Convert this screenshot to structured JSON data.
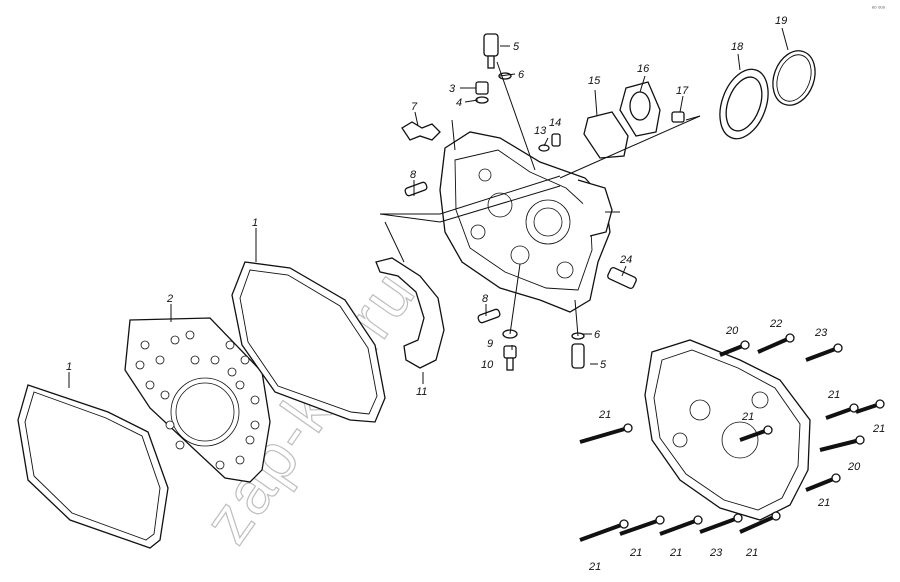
{
  "watermark": "zap-kat.ru",
  "corner_mark": "ᵉᵒ ᵒᵒᵒ",
  "callouts": [
    "1",
    "2",
    "1",
    "3",
    "4",
    "5",
    "6",
    "7",
    "8",
    "8",
    "9",
    "10",
    "5",
    "6",
    "11",
    "13",
    "14",
    "15",
    "16",
    "17",
    "18",
    "19",
    "24",
    "20",
    "22",
    "23",
    "21",
    "21",
    "21",
    "21",
    "20",
    "21",
    "21",
    "21",
    "21",
    "23",
    "21"
  ]
}
